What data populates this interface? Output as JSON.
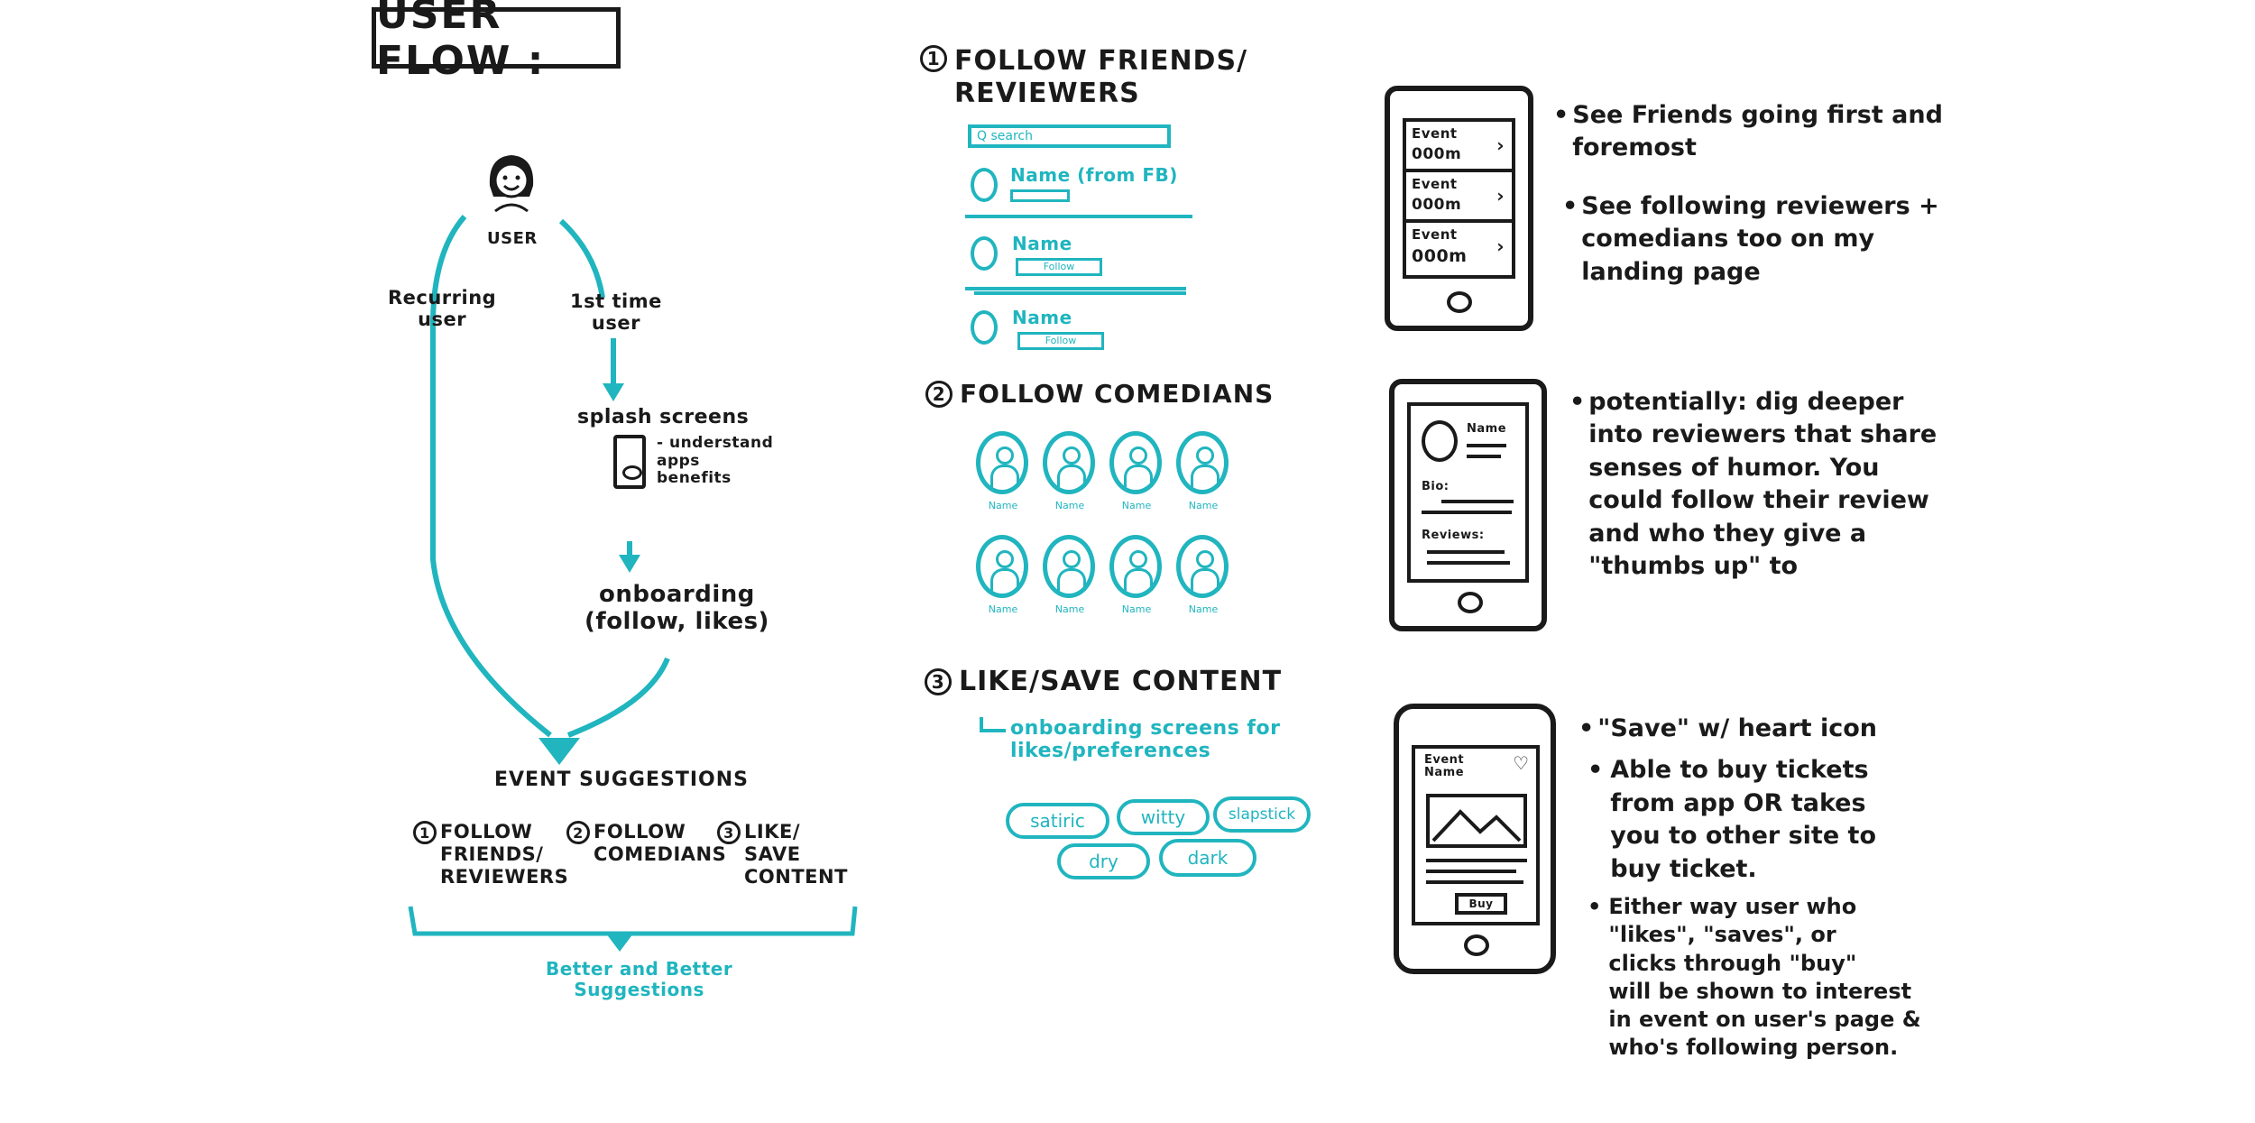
{
  "title": "USER FLOW :",
  "flow": {
    "user_label": "USER",
    "recurring_label": "Recurring\nuser",
    "first_time_label": "1st time\nuser",
    "splash_label": "splash screens",
    "splash_note": "- understand\napps\nbenefits",
    "onboarding_label": "onboarding\n(follow, likes)",
    "event_suggestions_label": "EVENT SUGGESTIONS",
    "steps": [
      {
        "num": "1",
        "label": "FOLLOW\nFRIENDS/\nREVIEWERS"
      },
      {
        "num": "2",
        "label": "FOLLOW\nCOMEDIANS"
      },
      {
        "num": "3",
        "label": "LIKE/\nSAVE\nCONTENT"
      }
    ],
    "result_label": "Better and Better\nSuggestions"
  },
  "section1": {
    "num": "1",
    "heading": "FOLLOW FRIENDS/\nREVIEWERS",
    "search_placeholder": "Q search",
    "rows": [
      {
        "name": "Name (from FB)"
      },
      {
        "name": "Name",
        "button": "Follow"
      },
      {
        "name": "Name",
        "button": "Follow"
      }
    ]
  },
  "section2": {
    "num": "2",
    "heading": "FOLLOW COMEDIANS",
    "comedians": [
      "Name",
      "Name",
      "Name",
      "Name",
      "Name",
      "Name",
      "Name",
      "Name"
    ]
  },
  "section3": {
    "num": "3",
    "heading": "LIKE/SAVE CONTENT",
    "subnote": "onboarding screens for\nlikes/preferences",
    "tags": [
      "satiric",
      "witty",
      "slapstick",
      "dry",
      "dark"
    ]
  },
  "phone1": {
    "events": [
      {
        "title": "Event",
        "value": "000m"
      },
      {
        "title": "Event",
        "value": "000m"
      },
      {
        "title": "Event",
        "value": "000m"
      }
    ],
    "notes": [
      "See Friends going first and\nforemost",
      "See following reviewers +\ncomedians too on my\nlanding page"
    ]
  },
  "phone2": {
    "name_label": "Name",
    "bio_label": "Bio:",
    "reviews_label": "Reviews:",
    "note": "potentially: dig deeper\ninto reviewers that share\nsenses of humor. You\ncould follow their review\nand who they give a\n\"thumbs up\" to"
  },
  "phone3": {
    "event_name": "Event\nName",
    "buy_label": "Buy",
    "notes": [
      "\"Save\" w/ heart icon",
      "Able to buy tickets\nfrom app OR takes\nyou to other site to\nbuy ticket.",
      "Either way user who\n\"likes\", \"saves\", or\nclicks through \"buy\"\nwill be shown to interest\nin event on user's page &\nwho's following person."
    ]
  },
  "colors": {
    "ink": "#1a1a1a",
    "accent": "#20b5bf"
  }
}
